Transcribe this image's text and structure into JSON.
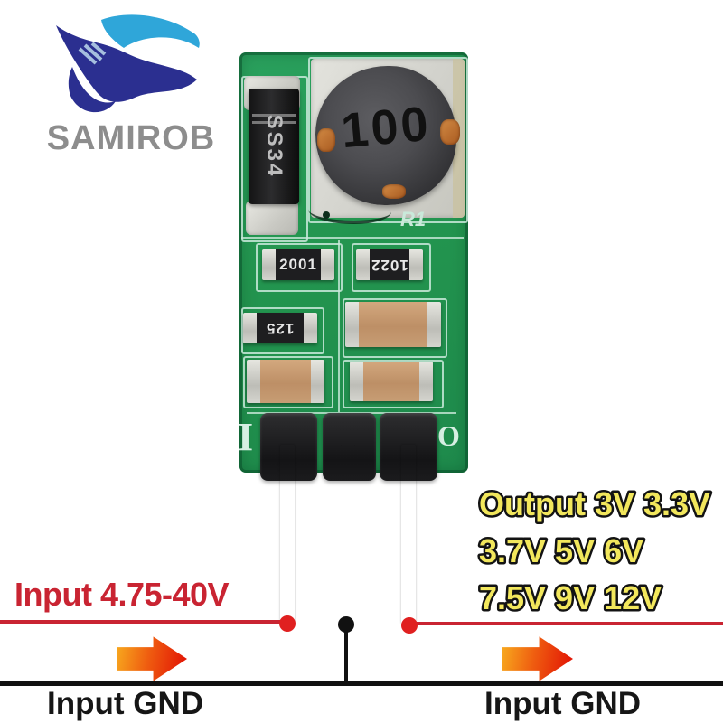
{
  "brand": {
    "name": "SAMIROB",
    "flag_dark_color": "#2b2f90",
    "flag_light_color": "#2fa6d9",
    "text_color": "#8d8d8d"
  },
  "board": {
    "inductor_label": "100",
    "diode_label": "SS34",
    "silkscreen_r1": "R1",
    "resistor_top_left": "2001",
    "resistor_top_right": "1022",
    "resistor_mid_left": "125",
    "silkscreen_in": "I",
    "silkscreen_out": "O"
  },
  "annotations": {
    "input_label": "Input 4.75-40V",
    "output_line1": "Output 3V 3.3V",
    "output_line2": "3.7V 5V 6V",
    "output_line3": "7.5V 9V 12V",
    "gnd_left_label": "Input GND",
    "gnd_right_label": "Input GND"
  },
  "colors": {
    "pcb_green": "#23954f",
    "silkscreen": "#c9e9da",
    "accent_red": "#c92432",
    "accent_yellow": "#f2e75c",
    "arrow_orange": "#f7a41d",
    "arrow_red": "#e21405",
    "line_black": "#111111"
  }
}
